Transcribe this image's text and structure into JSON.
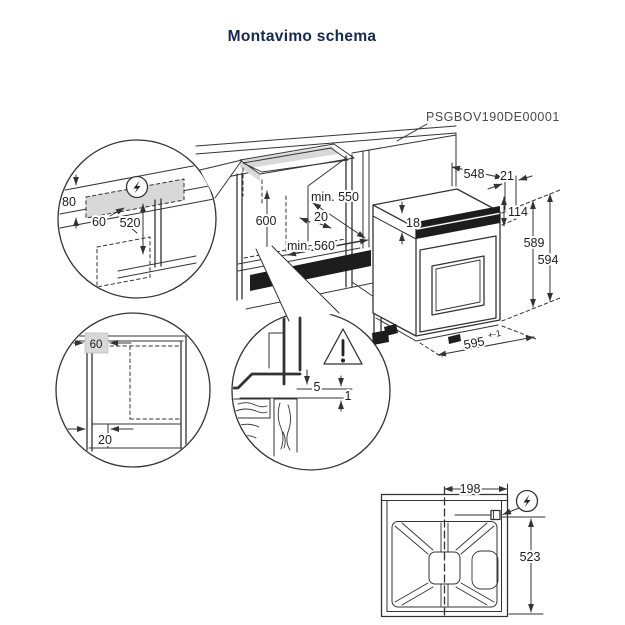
{
  "page": {
    "title": "Montavimo schema",
    "part_number": "PSGBOV190DE00001"
  },
  "colors": {
    "line": "#333333",
    "title_text": "#15294b",
    "part_label": "#4a4a4a",
    "shade": "#d8d8d8",
    "dark_band": "#1c1c1c"
  },
  "main_view": {
    "dims": {
      "niche_height": "600",
      "niche_depth": "min. 550",
      "side_panel": "20",
      "niche_width": "min. 560"
    }
  },
  "oven_view": {
    "dims": {
      "depth": "548",
      "front_frame": "21",
      "top_trim": "18",
      "control_panel": "114",
      "body_height": "589",
      "total_height": "594",
      "width": "595",
      "width_tolerance": "+-1"
    }
  },
  "power_callout": {
    "icon": "power-supply-icon",
    "dims": {
      "recess_height": "80",
      "recess_depth": "60",
      "connection_height": "520"
    }
  },
  "side_callout": {
    "dims": {
      "rear_clearance": "60",
      "plinth_recess": "20"
    }
  },
  "gap_callout": {
    "icon": "warning-triangle-icon",
    "dims": {
      "door_clearance": "5",
      "panel_gap": "1"
    }
  },
  "rear_view": {
    "icon": "power-supply-icon",
    "dims": {
      "connection_offset": "198",
      "connection_drop": "523"
    }
  }
}
